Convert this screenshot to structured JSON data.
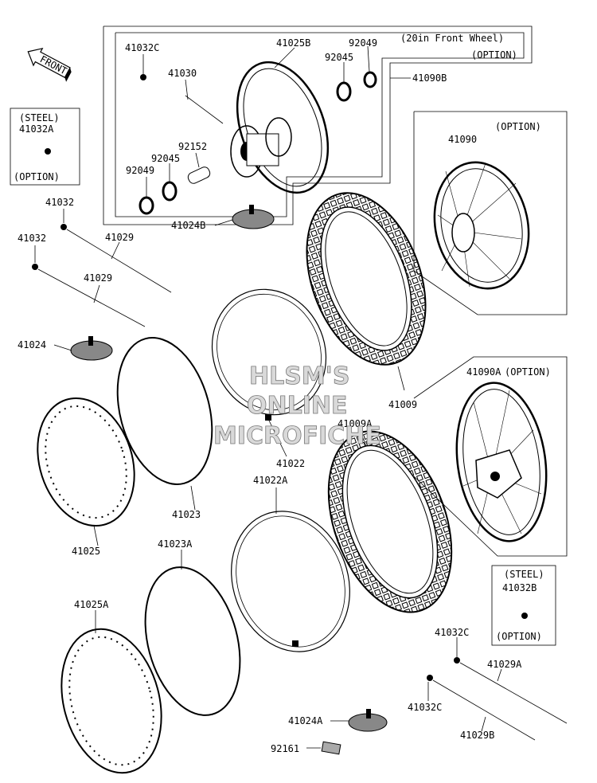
{
  "front_arrow": {
    "label": "FRONT"
  },
  "front_wheel_box": {
    "title": "(20in Front Wheel)",
    "option": "(OPTION)"
  },
  "steel_box_a": {
    "title": "(STEEL)",
    "part": "41032A",
    "option": "(OPTION)"
  },
  "steel_box_b": {
    "title": "(STEEL)",
    "part": "41032B",
    "option": "(OPTION)"
  },
  "option_box_41090": {
    "option": "(OPTION)",
    "part": "41090"
  },
  "option_box_41090a": {
    "part": "41090A",
    "option": "(OPTION)"
  },
  "watermark": {
    "line1": "HLSM'S",
    "line2": "ONLINE",
    "line3": "MICROFICHE"
  },
  "labels": {
    "p41032C_top": "41032C",
    "p41030": "41030",
    "p41025B": "41025B",
    "p92049_top": "92049",
    "p92045_top": "92045",
    "p41090B": "41090B",
    "p92152": "92152",
    "p92045_left": "92045",
    "p92049_left": "92049",
    "p41024B": "41024B",
    "p41032_a": "41032",
    "p41032_b": "41032",
    "p41029_a": "41029",
    "p41029_b": "41029",
    "p41024": "41024",
    "p41009": "41009",
    "p41009A": "41009A",
    "p41022": "41022",
    "p41022A": "41022A",
    "p41023": "41023",
    "p41023A": "41023A",
    "p41025": "41025",
    "p41025A": "41025A",
    "p41032C_r1": "41032C",
    "p41032C_r2": "41032C",
    "p41029A": "41029A",
    "p41029B": "41029B",
    "p41024A": "41024A",
    "p92161": "92161"
  }
}
